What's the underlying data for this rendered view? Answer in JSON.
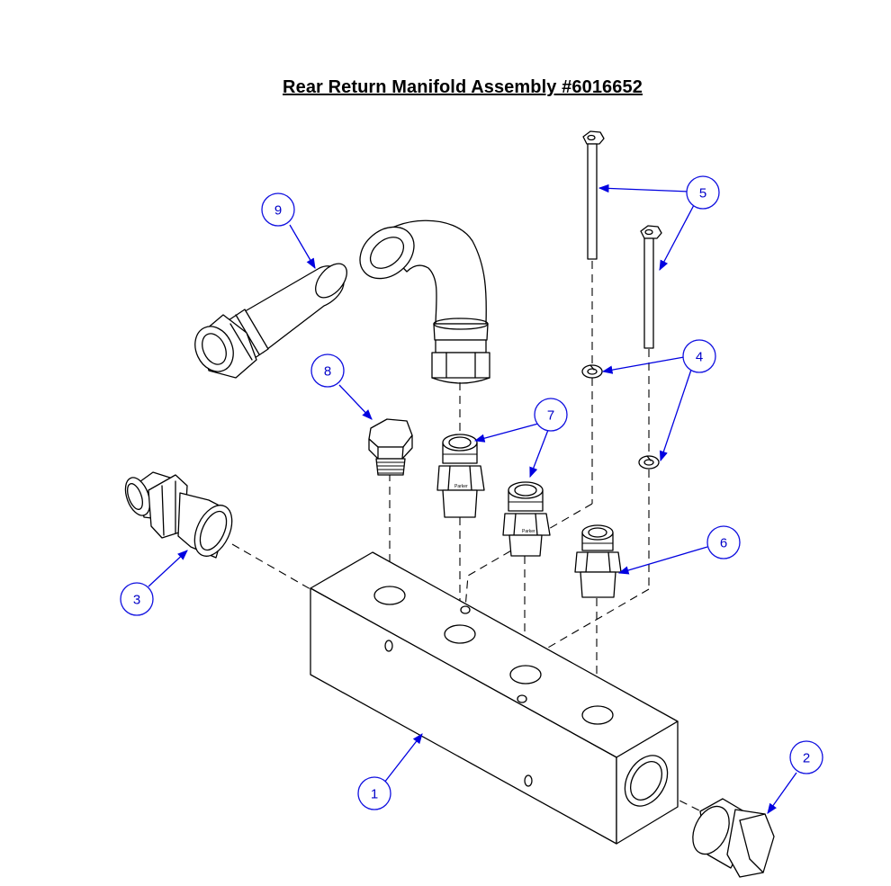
{
  "title": "Rear Return Manifold Assembly #6016652",
  "callouts": [
    {
      "id": "callout-1",
      "label": "1"
    },
    {
      "id": "callout-2",
      "label": "2"
    },
    {
      "id": "callout-3",
      "label": "3"
    },
    {
      "id": "callout-4",
      "label": "4"
    },
    {
      "id": "callout-5",
      "label": "5"
    },
    {
      "id": "callout-6",
      "label": "6"
    },
    {
      "id": "callout-7",
      "label": "7"
    },
    {
      "id": "callout-8",
      "label": "8"
    },
    {
      "id": "callout-9",
      "label": "9"
    }
  ],
  "colors": {
    "leader": "#0000e0",
    "line": "#000000"
  }
}
